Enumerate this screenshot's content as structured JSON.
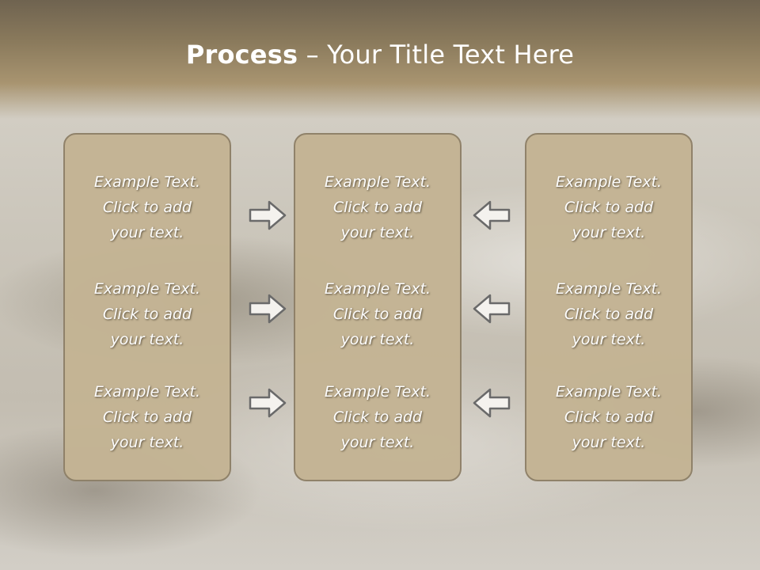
{
  "slide": {
    "title_bold": "Process",
    "title_rest": " – Your Title Text Here",
    "columns": [
      {
        "items": [
          [
            "Example Text.",
            "Click  to add",
            "your text."
          ],
          [
            "Example Text.",
            "Click  to add",
            "your text."
          ],
          [
            "Example Text.",
            "Click  to add",
            "your text."
          ]
        ]
      },
      {
        "items": [
          [
            "Example Text.",
            "Click  to add",
            "your text."
          ],
          [
            "Example Text.",
            "Click  to add",
            "your text."
          ],
          [
            "Example Text.",
            "Click  to add",
            "your text."
          ]
        ]
      },
      {
        "items": [
          [
            "Example Text.",
            "Click  to add",
            "your text."
          ],
          [
            "Example Text.",
            "Click  to add",
            "your text."
          ],
          [
            "Example Text.",
            "Click  to add",
            "your text."
          ]
        ]
      }
    ],
    "arrows": {
      "left_direction": "right",
      "right_direction": "left",
      "icon_left": "right-arrow-icon",
      "icon_right": "left-arrow-icon"
    },
    "colors": {
      "box_fill": "#c4b494",
      "box_border": "#8e8068",
      "text": "#ffffff"
    }
  }
}
